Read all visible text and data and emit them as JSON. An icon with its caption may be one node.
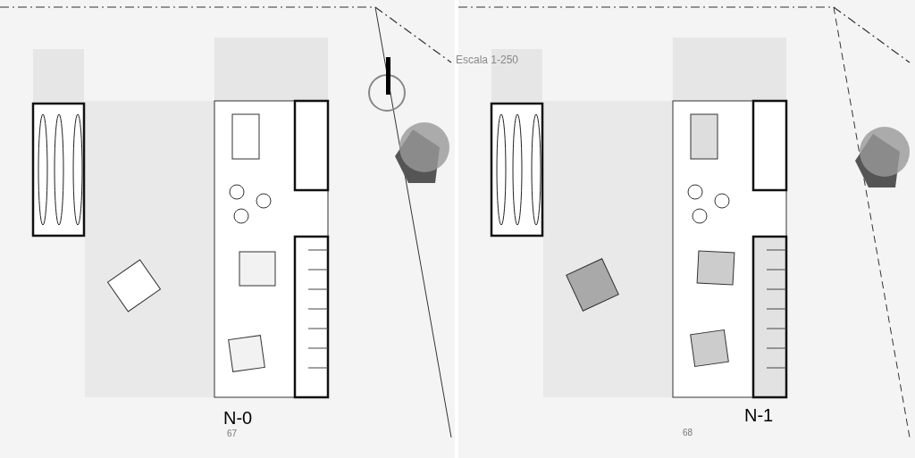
{
  "diagram": {
    "labels": [
      "Escala 1-250",
      "N-0",
      "67",
      "N-1",
      "68"
    ]
  }
}
